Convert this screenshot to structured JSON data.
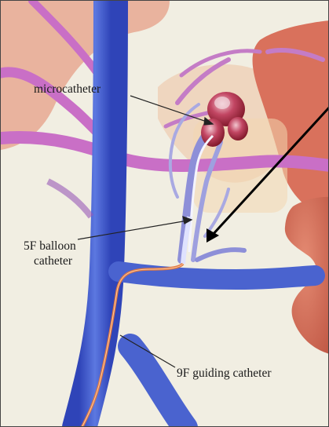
{
  "labels": {
    "microcatheter": "microcatheter",
    "balloon_line1": "5F balloon",
    "balloon_line2": "catheter",
    "guiding": "9F guiding catheter"
  }
}
